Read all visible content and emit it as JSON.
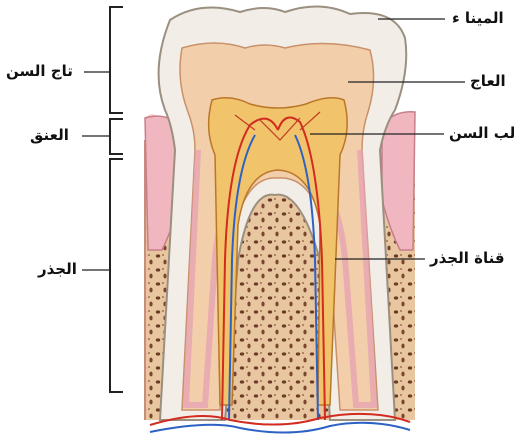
{
  "labels": {
    "crown": "تاج السن",
    "neck": "العنق",
    "root": "الجذر",
    "enamel": "المينا ء",
    "dentin": "العاج",
    "pulp": "لب السن",
    "root_canal": "قناة الجذر"
  },
  "colors": {
    "enamel": "#f1ede4",
    "dentin": "#f3cfa8",
    "pulp": "#f2c56a",
    "gum": "#f0b8b8",
    "bone": "#e9c9a3",
    "artery": "#d22b1f",
    "vein": "#2d62c4"
  }
}
